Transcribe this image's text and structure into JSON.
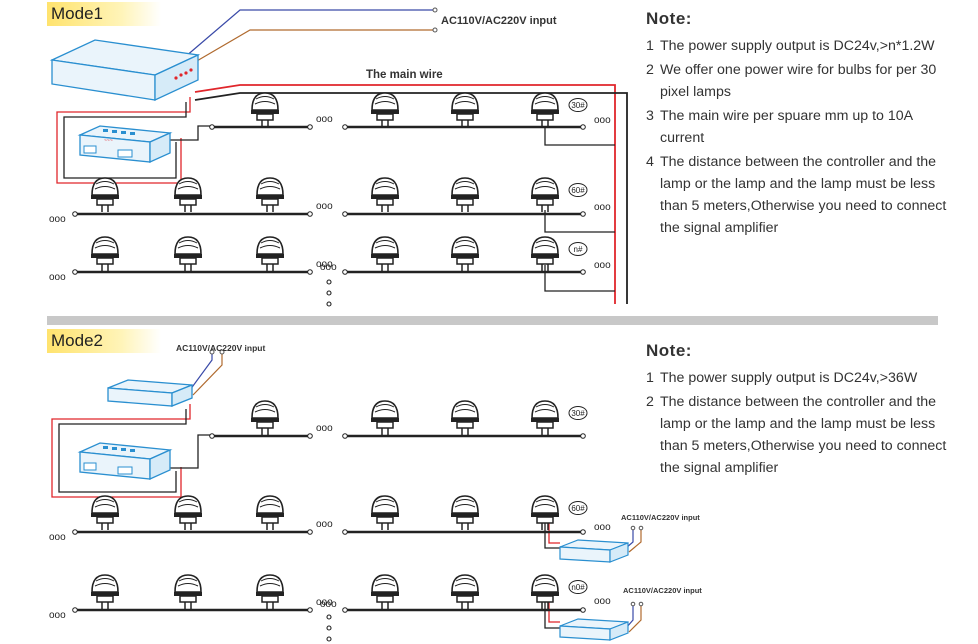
{
  "mode1": {
    "title": "Mode1",
    "ac_input_label": "AC110V/AC220V input",
    "main_wire_label": "The main wire",
    "row_counts": [
      "30#",
      "60#",
      "n#"
    ],
    "notes_title": "Note:",
    "notes": [
      {
        "num": "1",
        "text": "The power supply output is DC24v,>n*1.2W"
      },
      {
        "num": "2",
        "text": "We offer one power wire for bulbs for per 30 pixel lamps"
      },
      {
        "num": "3",
        "text": "The main wire per spuare mm up to 10A current"
      },
      {
        "num": "4",
        "text": "The distance between the controller and the lamp or the lamp and the lamp must be less than 5 meters,Otherwise you need to connect the signal amplifier"
      }
    ]
  },
  "mode2": {
    "title": "Mode2",
    "ac_input_label": "AC110V/AC220V input",
    "row_counts": [
      "30#",
      "60#",
      "n0#"
    ],
    "extra_supply_labels": [
      "AC110V/AC220V input",
      "AC110V/AC220V input"
    ],
    "notes_title": "Note:",
    "notes": [
      {
        "num": "1",
        "text": "The power supply output is DC24v,>36W"
      },
      {
        "num": "2",
        "text": "The distance between the controller and the lamp or the lamp and the lamp must be less than 5 meters,Otherwise you need to connect the signal amplifier"
      }
    ]
  },
  "ellipsis": "ooo",
  "colors": {
    "mode_tag": "#ffe36e",
    "divider": "#c8c8c8",
    "power_wire": "#e0262b",
    "signal_wire": "#222222",
    "device_fill": "#eaf4fb",
    "device_stroke": "#2a8fd0",
    "lead_blue": "#3a4aa8",
    "lead_brown": "#b06a2e"
  },
  "icons": {
    "lamp": "pixel-lamp-icon",
    "power_supply": "power-supply-icon",
    "controller": "controller-icon"
  }
}
